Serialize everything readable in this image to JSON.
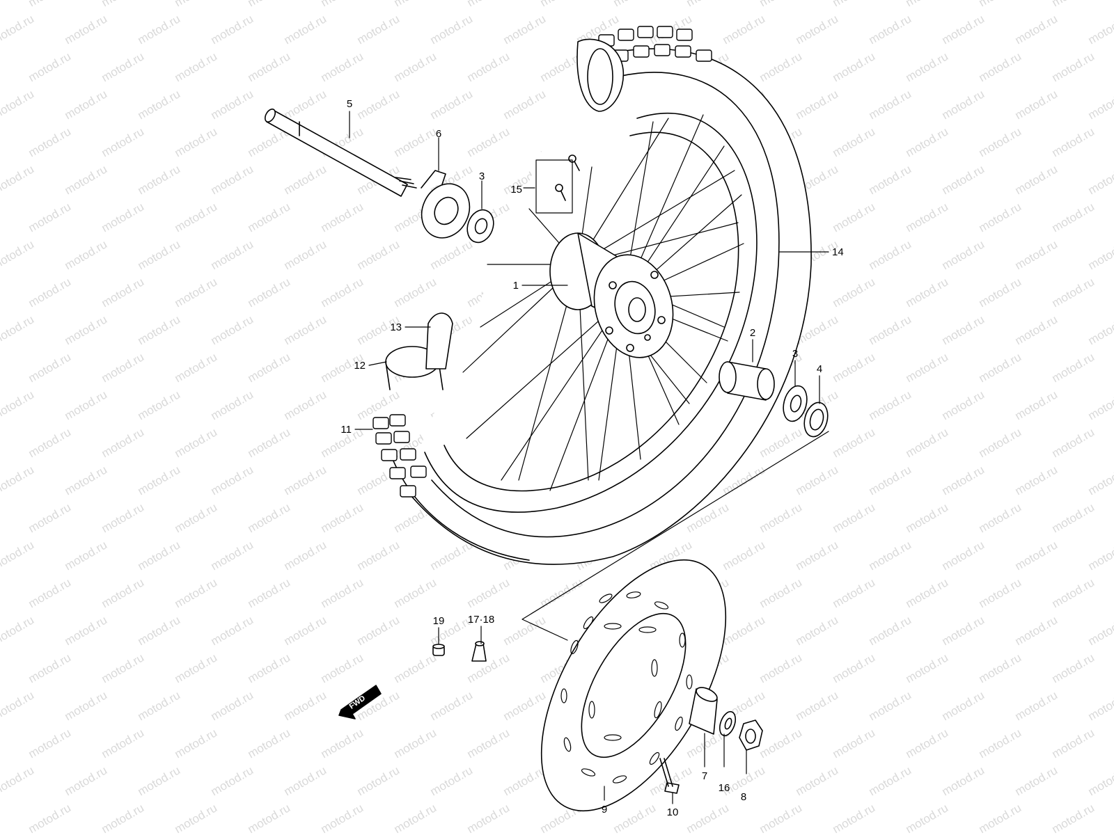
{
  "watermark": "motod.ru",
  "fwd_label": "FWD",
  "callouts": {
    "p1": "1",
    "p2": "2",
    "p3a": "3",
    "p3b": "3",
    "p4": "4",
    "p5": "5",
    "p6": "6",
    "p7": "7",
    "p8": "8",
    "p9": "9",
    "p10": "10",
    "p11": "11",
    "p12": "12",
    "p13": "13",
    "p14": "14",
    "p15": "15",
    "p16": "16",
    "p1718": "17·18",
    "p19": "19"
  }
}
